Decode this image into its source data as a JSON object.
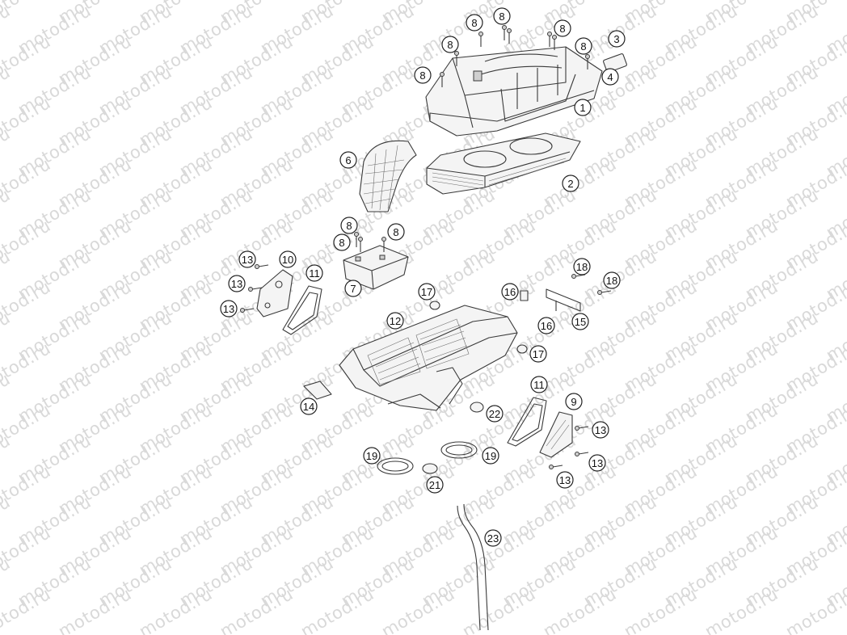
{
  "watermark": {
    "text": "motod.ru"
  },
  "colors": {
    "line": "#3a3a3a",
    "watermark": "#d9d9d9",
    "background": "#ffffff"
  },
  "callouts": [
    {
      "id": "c8a",
      "label": "8"
    },
    {
      "id": "c8b",
      "label": "8"
    },
    {
      "id": "c8c",
      "label": "8"
    },
    {
      "id": "c8d",
      "label": "8"
    },
    {
      "id": "c8e",
      "label": "8"
    },
    {
      "id": "c8f",
      "label": "8"
    },
    {
      "id": "c3",
      "label": "3"
    },
    {
      "id": "c4",
      "label": "4"
    },
    {
      "id": "c1",
      "label": "1"
    },
    {
      "id": "c2",
      "label": "2"
    },
    {
      "id": "c6",
      "label": "6"
    },
    {
      "id": "c8g",
      "label": "8"
    },
    {
      "id": "c8h",
      "label": "8"
    },
    {
      "id": "c8i",
      "label": "8"
    },
    {
      "id": "c7",
      "label": "7"
    },
    {
      "id": "c13a",
      "label": "13"
    },
    {
      "id": "c10",
      "label": "10"
    },
    {
      "id": "c11a",
      "label": "11"
    },
    {
      "id": "c13b",
      "label": "13"
    },
    {
      "id": "c13c",
      "label": "13"
    },
    {
      "id": "c17a",
      "label": "17"
    },
    {
      "id": "c16a",
      "label": "16"
    },
    {
      "id": "c18a",
      "label": "18"
    },
    {
      "id": "c18b",
      "label": "18"
    },
    {
      "id": "c12",
      "label": "12"
    },
    {
      "id": "c16b",
      "label": "16"
    },
    {
      "id": "c15",
      "label": "15"
    },
    {
      "id": "c17b",
      "label": "17"
    },
    {
      "id": "c11b",
      "label": "11"
    },
    {
      "id": "c9",
      "label": "9"
    },
    {
      "id": "c14",
      "label": "14"
    },
    {
      "id": "c22",
      "label": "22"
    },
    {
      "id": "c13d",
      "label": "13"
    },
    {
      "id": "c19a",
      "label": "19"
    },
    {
      "id": "c19b",
      "label": "19"
    },
    {
      "id": "c13e",
      "label": "13"
    },
    {
      "id": "c21",
      "label": "21"
    },
    {
      "id": "c13f",
      "label": "13"
    },
    {
      "id": "c23",
      "label": "23"
    }
  ]
}
